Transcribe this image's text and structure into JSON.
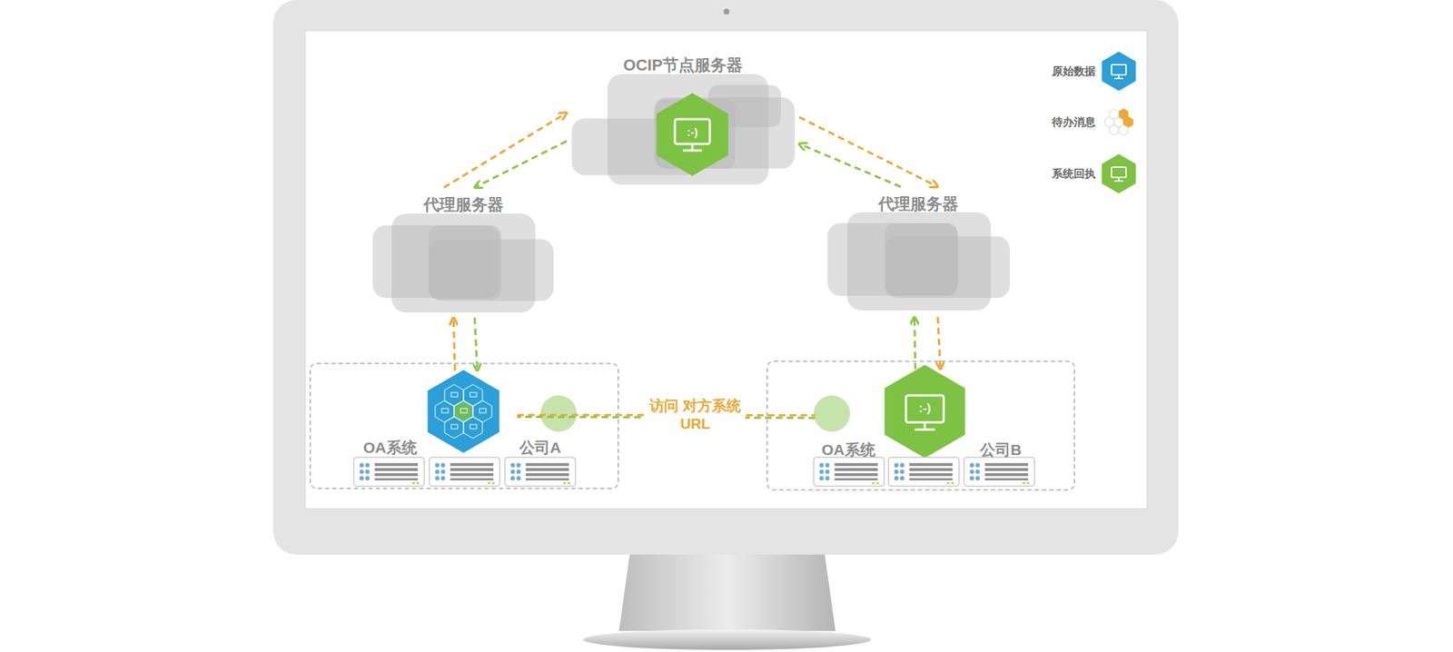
{
  "diagram": {
    "nodes": [
      {
        "text": [
          "OCIP节点服务器"
        ]
      },
      {
        "text": [
          "代理服务器"
        ]
      },
      {
        "text": [
          "代理服务器"
        ]
      },
      {
        "text": [
          "公司A"
        ]
      },
      {
        "text": [
          "OA系统"
        ],
        "in": 3
      },
      {
        "text": [
          "公司B"
        ]
      },
      {
        "text": [
          "OA系统"
        ],
        "in": 5
      }
    ],
    "edges": [
      {
        "from": 1,
        "to": 0,
        "arrow": "to"
      },
      {
        "from": 0,
        "to": 1,
        "arrow": "to"
      },
      {
        "from": 0,
        "to": 2,
        "arrow": "to"
      },
      {
        "from": 2,
        "to": 0,
        "arrow": "to"
      },
      {
        "from": 4,
        "to": 1,
        "arrow": "to"
      },
      {
        "from": 1,
        "to": 4,
        "arrow": "to"
      },
      {
        "from": 2,
        "to": 6,
        "arrow": "to"
      },
      {
        "from": 6,
        "to": 2,
        "arrow": "to"
      },
      {
        "from": 4,
        "to": 6,
        "label": "访问 对方系统URL",
        "arrow": "none"
      },
      {
        "from": 6,
        "to": 4,
        "arrow": "none"
      }
    ],
    "labels": [
      ":-)",
      ":-)"
    ],
    "legend": [
      {
        "text": "原始数据",
        "color": "#2b9fd8"
      },
      {
        "text": "待办消息",
        "color": "#f0a830"
      },
      {
        "text": "系统回执",
        "color": "#7dc243"
      }
    ]
  }
}
